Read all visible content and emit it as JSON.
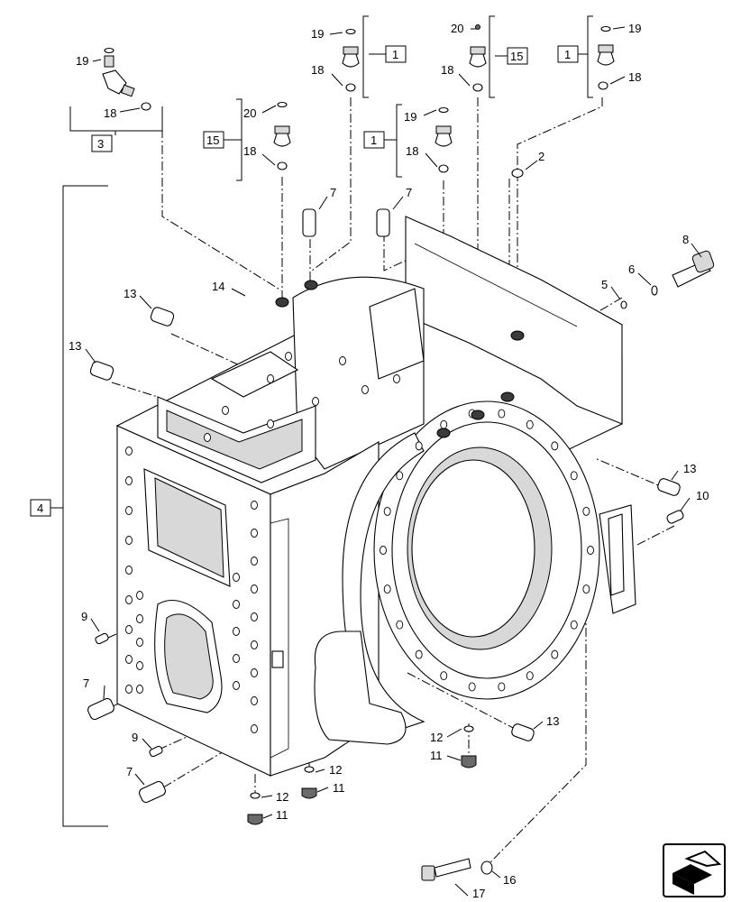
{
  "callouts": [
    {
      "id": "c19a",
      "text": "19"
    },
    {
      "id": "c18a",
      "text": "18"
    },
    {
      "id": "c19b",
      "text": "19"
    },
    {
      "id": "c18b",
      "text": "18"
    },
    {
      "id": "c20a",
      "text": "20"
    },
    {
      "id": "c18c",
      "text": "18"
    },
    {
      "id": "c19c",
      "text": "19"
    },
    {
      "id": "c18d",
      "text": "18"
    },
    {
      "id": "c20b",
      "text": "20"
    },
    {
      "id": "c18e",
      "text": "18"
    },
    {
      "id": "c19d",
      "text": "19"
    },
    {
      "id": "c18f",
      "text": "18"
    },
    {
      "id": "c2",
      "text": "2"
    },
    {
      "id": "c7a",
      "text": "7"
    },
    {
      "id": "c7b",
      "text": "7"
    },
    {
      "id": "c8",
      "text": "8"
    },
    {
      "id": "c6",
      "text": "6"
    },
    {
      "id": "c5",
      "text": "5"
    },
    {
      "id": "c14",
      "text": "14"
    },
    {
      "id": "c13a",
      "text": "13"
    },
    {
      "id": "c13b",
      "text": "13"
    },
    {
      "id": "c13c",
      "text": "13"
    },
    {
      "id": "c13d",
      "text": "13"
    },
    {
      "id": "c10",
      "text": "10"
    },
    {
      "id": "c9a",
      "text": "9"
    },
    {
      "id": "c9b",
      "text": "9"
    },
    {
      "id": "c7c",
      "text": "7"
    },
    {
      "id": "c7d",
      "text": "7"
    },
    {
      "id": "c12a",
      "text": "12"
    },
    {
      "id": "c11a",
      "text": "11"
    },
    {
      "id": "c12b",
      "text": "12"
    },
    {
      "id": "c11b",
      "text": "11"
    },
    {
      "id": "c12c",
      "text": "12"
    },
    {
      "id": "c11c",
      "text": "11"
    },
    {
      "id": "c16",
      "text": "16"
    },
    {
      "id": "c17",
      "text": "17"
    }
  ],
  "boxes": [
    {
      "id": "b3",
      "text": "3"
    },
    {
      "id": "b15a",
      "text": "15"
    },
    {
      "id": "b1a",
      "text": "1"
    },
    {
      "id": "b15b",
      "text": "15"
    },
    {
      "id": "b1b",
      "text": "1"
    },
    {
      "id": "b1c",
      "text": "1"
    },
    {
      "id": "b4",
      "text": "4"
    }
  ],
  "icons": [
    "navigation-arrow-icon"
  ]
}
